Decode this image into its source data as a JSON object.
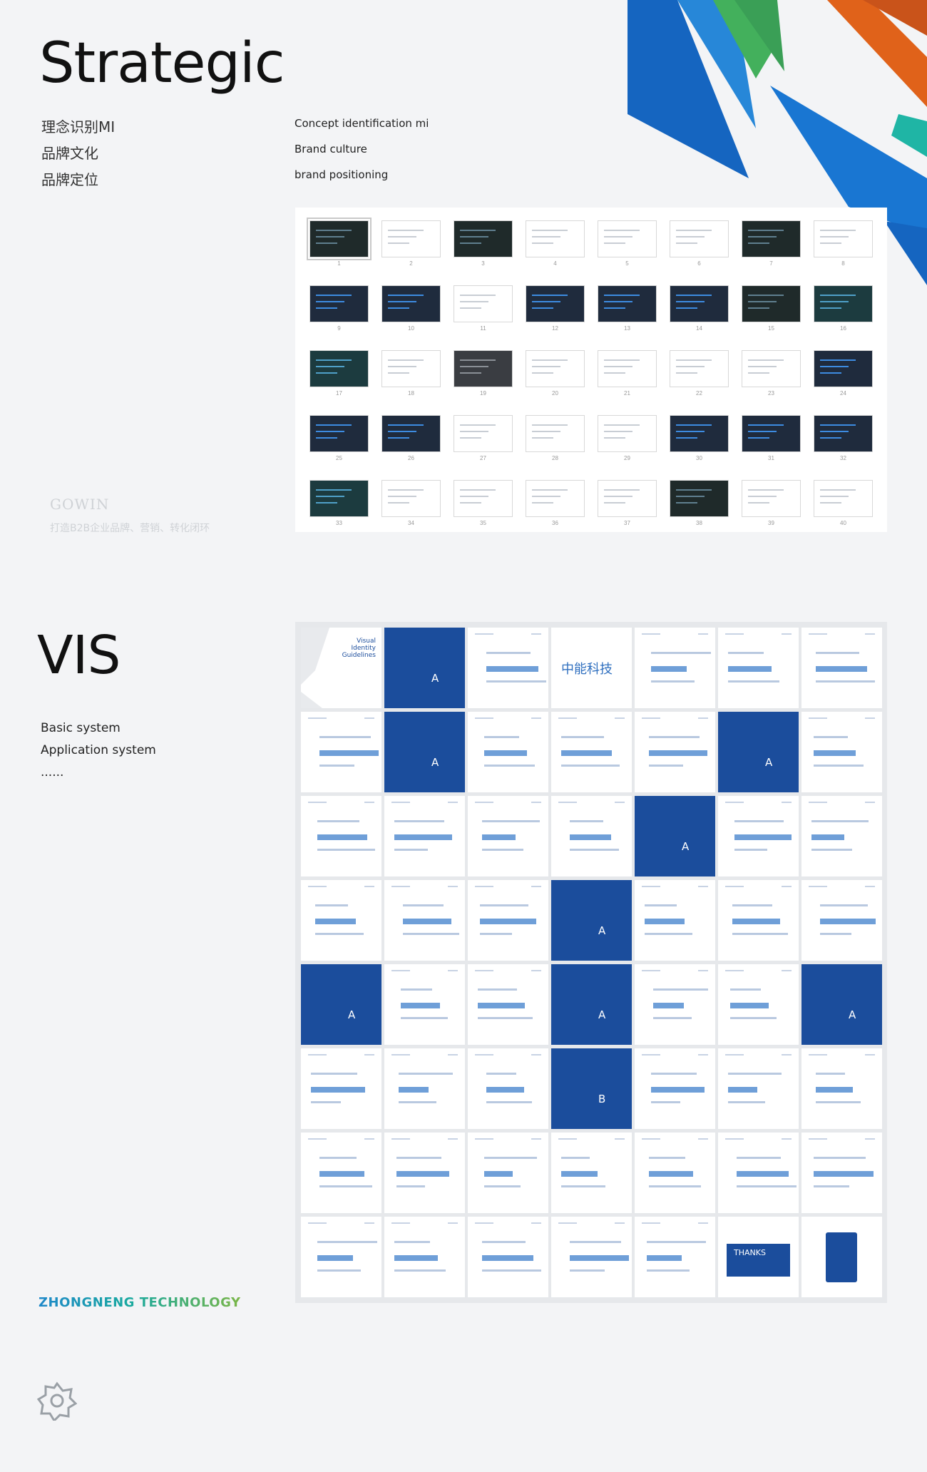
{
  "strategic": {
    "title": "Strategic",
    "cn_items": [
      "理念识别MI",
      "品牌文化",
      "品牌定位"
    ],
    "en_items": [
      "Concept identification mi",
      "Brand culture",
      "brand positioning"
    ]
  },
  "watermark": {
    "name": "GOWIN",
    "tagline": "打造B2B企业品牌、营销、转化闭环"
  },
  "slides": {
    "numbers": [
      "1",
      "2",
      "3",
      "4",
      "5",
      "6",
      "7",
      "8",
      "9",
      "10",
      "11",
      "12",
      "13",
      "14",
      "15",
      "16",
      "17",
      "18",
      "19",
      "20",
      "21",
      "22",
      "23",
      "24",
      "25",
      "26",
      "27",
      "28",
      "29",
      "30",
      "31",
      "32",
      "33",
      "34",
      "35",
      "36",
      "37",
      "38",
      "39",
      "40"
    ],
    "types": [
      "dark",
      "light",
      "dark",
      "light",
      "light",
      "light",
      "dark",
      "light",
      "navy",
      "navy",
      "light",
      "navy",
      "navy",
      "navy",
      "dark",
      "teal",
      "teal",
      "light",
      "gray",
      "light",
      "light",
      "light",
      "light",
      "navy",
      "navy",
      "navy",
      "light",
      "light",
      "light",
      "navy",
      "navy",
      "navy",
      "teal",
      "light",
      "light",
      "light",
      "light",
      "dark",
      "light",
      "light"
    ]
  },
  "vis": {
    "title": "VIS",
    "items": [
      "Basic system",
      "Application system",
      "......"
    ],
    "cover_title": "Visual Identity Guidelines",
    "logo_text": "中能科技",
    "thanks_text": "THANKS",
    "section_letters": {
      "a": "A",
      "b": "B"
    },
    "pages": [
      "cover",
      "blueA",
      "white",
      "logo",
      "white",
      "white",
      "white",
      "white",
      "blueA",
      "white",
      "white",
      "white",
      "blueA",
      "white",
      "white",
      "white",
      "white",
      "white",
      "blueA",
      "white",
      "white",
      "white",
      "white",
      "white",
      "blueA",
      "white",
      "white",
      "white",
      "blueA",
      "white",
      "white",
      "blueA",
      "white",
      "white",
      "blueA",
      "white",
      "white",
      "white",
      "blueB",
      "white",
      "white",
      "white",
      "white",
      "white",
      "white",
      "white",
      "white",
      "white",
      "white",
      "white",
      "white",
      "white",
      "white",
      "white",
      "thanks",
      "notebook"
    ]
  },
  "brand": "ZHONGNENG TECHNOLOGY",
  "icons": [
    "shards-decoration",
    "zhongneng-logo-icon"
  ],
  "colors": {
    "blue": "#1b4d9c",
    "shard_blue": "#1565c0",
    "shard_green": "#43b05c",
    "shard_orange": "#e0621a",
    "shard_teal": "#1fb5a5",
    "navy_slide": "#1e2a3c"
  }
}
